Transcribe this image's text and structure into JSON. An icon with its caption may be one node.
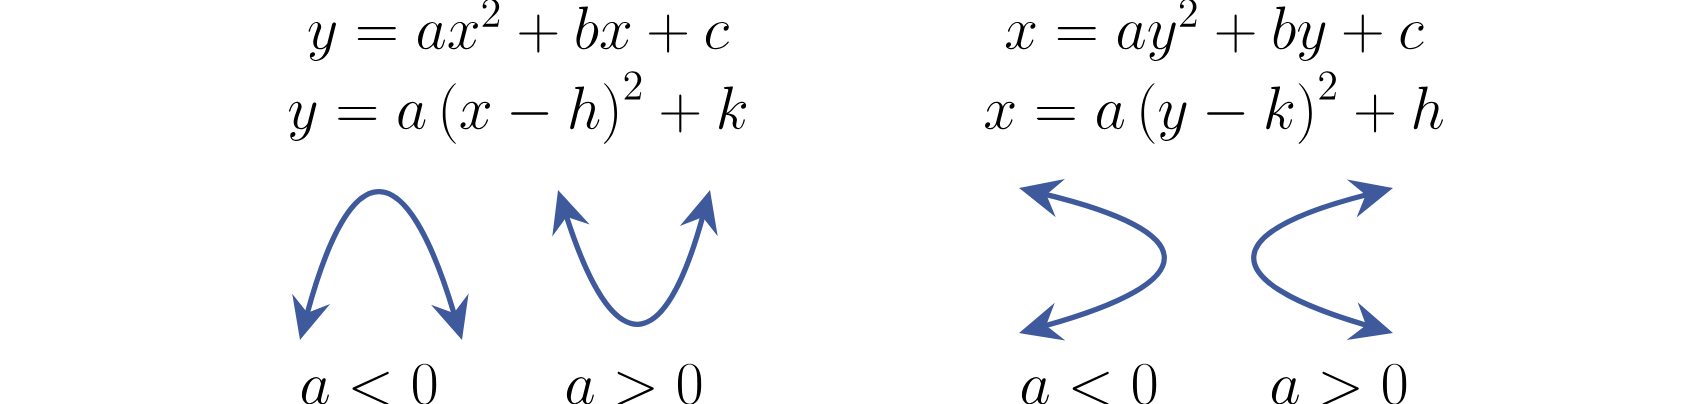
{
  "diagram": {
    "labels": [
      "y = ax^2 + bx + c",
      "x = ay^2 + by + c",
      "y = a\\left(x - h\\right)^2 + k",
      "x = a\\left(y - k\\right)^2 + h",
      "a < 0",
      "a > 0",
      "a < 0",
      "a > 0"
    ]
  }
}
